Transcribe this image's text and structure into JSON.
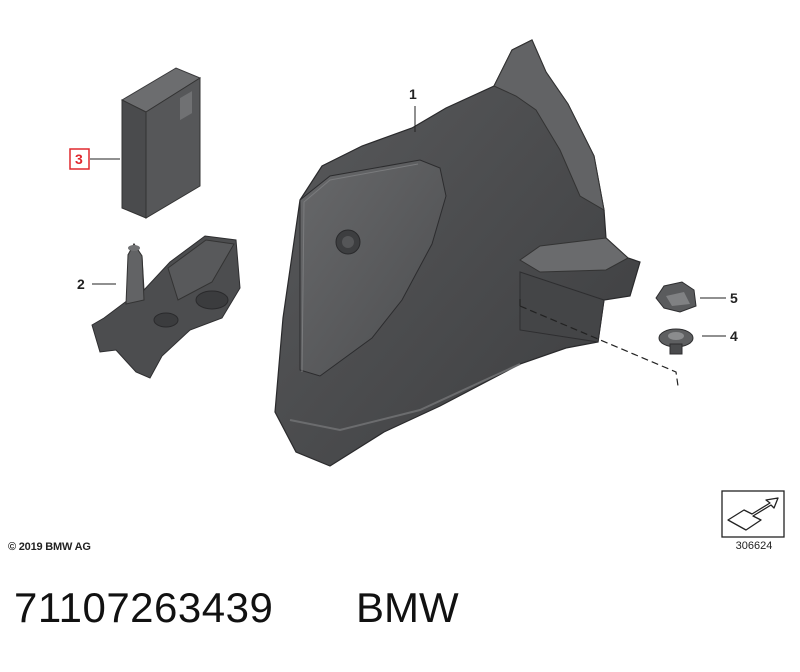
{
  "callouts": {
    "c1": "1",
    "c2": "2",
    "c3": "3",
    "c4": "4",
    "c5": "5"
  },
  "highlighted_callout": "3",
  "highlight_color": "#e0282e",
  "part_fill_color": "#4e4f51",
  "copyright": "© 2019 BMW AG",
  "drawing_number": "306624",
  "part_number": "71107263439",
  "brand": "BMW",
  "icons": [
    "arrow-symbol-icon"
  ]
}
